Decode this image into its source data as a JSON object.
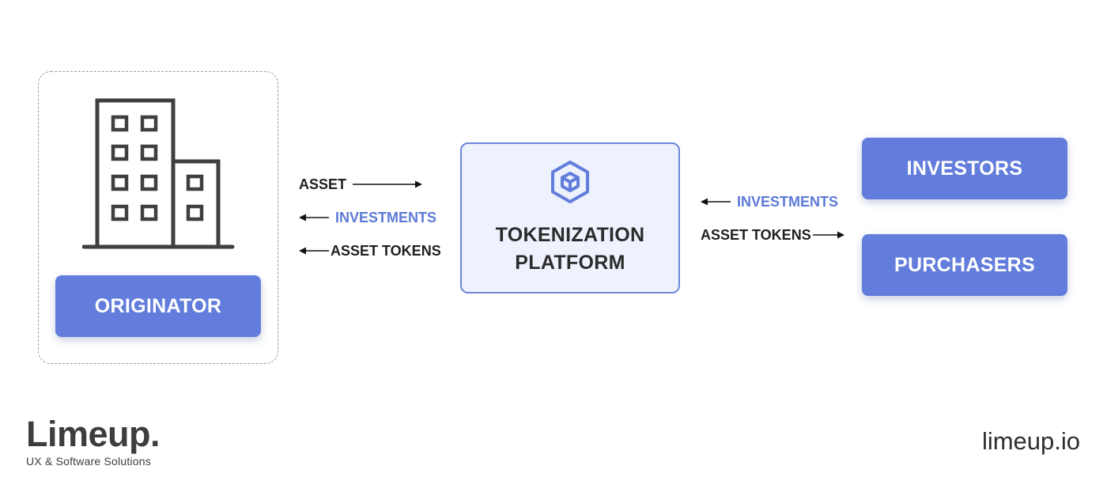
{
  "originator": {
    "label": "ORIGINATOR",
    "icon": "building-icon"
  },
  "left_flows": [
    {
      "text": "ASSET",
      "direction": "right",
      "color": "#1f1f1f"
    },
    {
      "text": "INVESTMENTS",
      "direction": "left",
      "color": "#5d7ad8"
    },
    {
      "text": "ASSET TOKENS",
      "direction": "left",
      "color": "#1f1f1f"
    }
  ],
  "platform": {
    "title_line1": "TOKENIZATION",
    "title_line2": "PLATFORM",
    "icon": "cube-hexagon-icon"
  },
  "right_flows": [
    {
      "text": "INVESTMENTS",
      "direction": "left",
      "color": "#5d7ad8"
    },
    {
      "text": "ASSET TOKENS",
      "direction": "right",
      "color": "#1f1f1f"
    }
  ],
  "investors": {
    "label": "INVESTORS"
  },
  "purchasers": {
    "label": "PURCHASERS"
  },
  "footer": {
    "logo_name": "Limeup.",
    "logo_tagline": "UX & Software Solutions",
    "website": "limeup.io"
  },
  "colors": {
    "accent": "#627ddb",
    "platform_bg": "#eef2fd",
    "text_dark": "#2b2b2b"
  }
}
